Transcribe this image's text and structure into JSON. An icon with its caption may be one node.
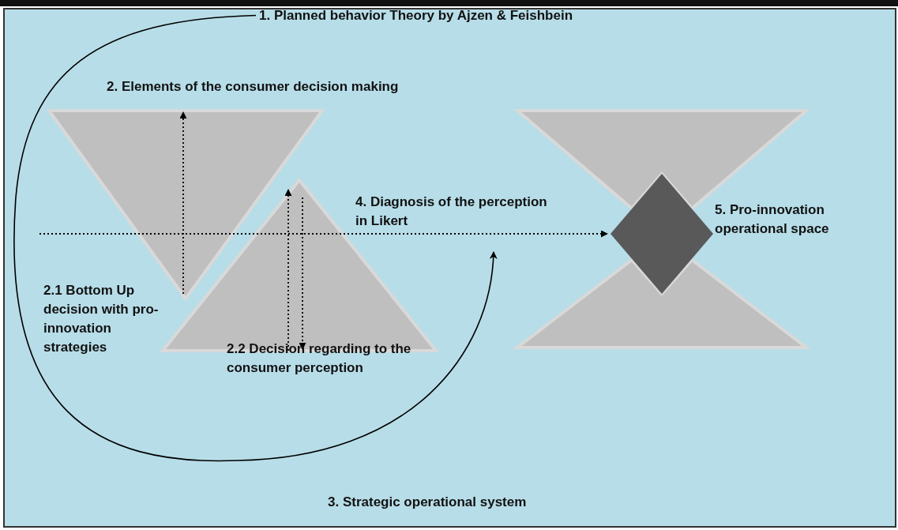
{
  "diagram": {
    "nodes": [
      {
        "text": [
          "1. Planned behavior Theory by Ajzen & Feishbein"
        ]
      },
      {
        "text": [
          "2. Elements of the consumer decision making"
        ]
      },
      {
        "text": [],
        "shape": "triangle"
      },
      {
        "text": [],
        "shape": "triangle"
      },
      {
        "text": [
          "2.1 Bottom Up decision with pro-innovation strategies"
        ]
      },
      {
        "text": [
          "2.2 Decision regarding to the consumer perception"
        ]
      },
      {
        "text": [
          "4. Diagnosis of the perception in Likert"
        ]
      },
      {
        "text": [],
        "shape": "triangle"
      },
      {
        "text": [],
        "shape": "triangle"
      },
      {
        "text": [],
        "shape": "diamond"
      },
      {
        "text": [
          "5. Pro-innovation operational space"
        ]
      }
    ],
    "edges": [
      {
        "from": 0,
        "to": 6,
        "arrow": "to"
      },
      {
        "from": null,
        "to": 9,
        "arrow": "to",
        "style": "dashed"
      },
      {
        "from": 2,
        "to": 1,
        "arrow": "to",
        "style": "dashed"
      },
      {
        "from": 5,
        "to": 3,
        "arrow": "to",
        "style": "dashed"
      },
      {
        "from": 3,
        "to": 5,
        "arrow": "to",
        "style": "dashed"
      }
    ],
    "labels": [
      "3. Strategic operational system"
    ]
  }
}
